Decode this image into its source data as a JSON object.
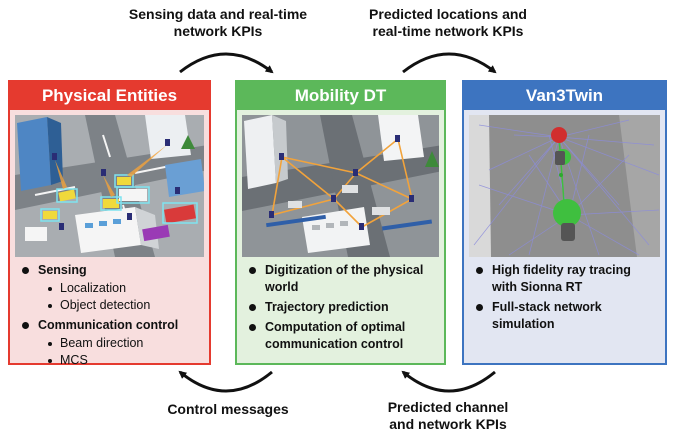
{
  "top_labels": {
    "left": [
      "Sensing data and real-time",
      "network KPIs"
    ],
    "right": [
      "Predicted locations and",
      "real-time network KPIs"
    ]
  },
  "bottom_labels": {
    "left": [
      "Control messages"
    ],
    "right": [
      "Predicted channel",
      "and network KPIs"
    ]
  },
  "panels": [
    {
      "title": "Physical Entities",
      "header_color": "#e53a2f",
      "border_color": "#e53a2f",
      "body_color": "#f8dede",
      "items": [
        {
          "label": "Sensing",
          "sub": [
            "Localization",
            "Object detection"
          ]
        },
        {
          "label": "Communication control",
          "sub": [
            "Beam direction",
            "MCS"
          ]
        }
      ]
    },
    {
      "title": "Mobility DT",
      "header_color": "#5cb85a",
      "border_color": "#5cb85a",
      "body_color": "#e3f1de",
      "items": [
        {
          "label": "Digitization of the physical world",
          "sub": []
        },
        {
          "label": "Trajectory prediction",
          "sub": []
        },
        {
          "label": "Computation of optimal communication control",
          "sub": []
        }
      ]
    },
    {
      "title": "Van3Twin",
      "header_color": "#3d74c0",
      "border_color": "#3d74c0",
      "body_color": "#e2e6f2",
      "items": [
        {
          "label": "High fidelity ray tracing with Sionna RT",
          "sub": []
        },
        {
          "label": "Full-stack network simulation",
          "sub": []
        }
      ]
    }
  ]
}
